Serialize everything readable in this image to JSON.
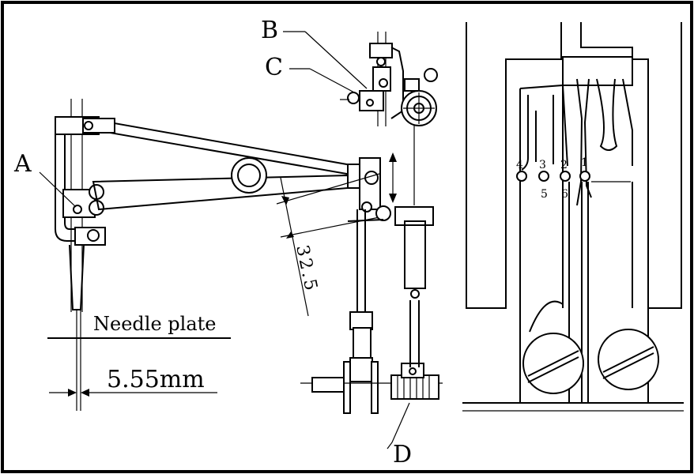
{
  "labels": {
    "A": "A",
    "B": "B",
    "C": "C",
    "D": "D"
  },
  "needle_plate": "Needle plate",
  "dimension_mm": "5.55mm",
  "dimension_angle": "32.5",
  "numbers": [
    "1",
    "2",
    "3",
    "4",
    "5",
    "6"
  ]
}
